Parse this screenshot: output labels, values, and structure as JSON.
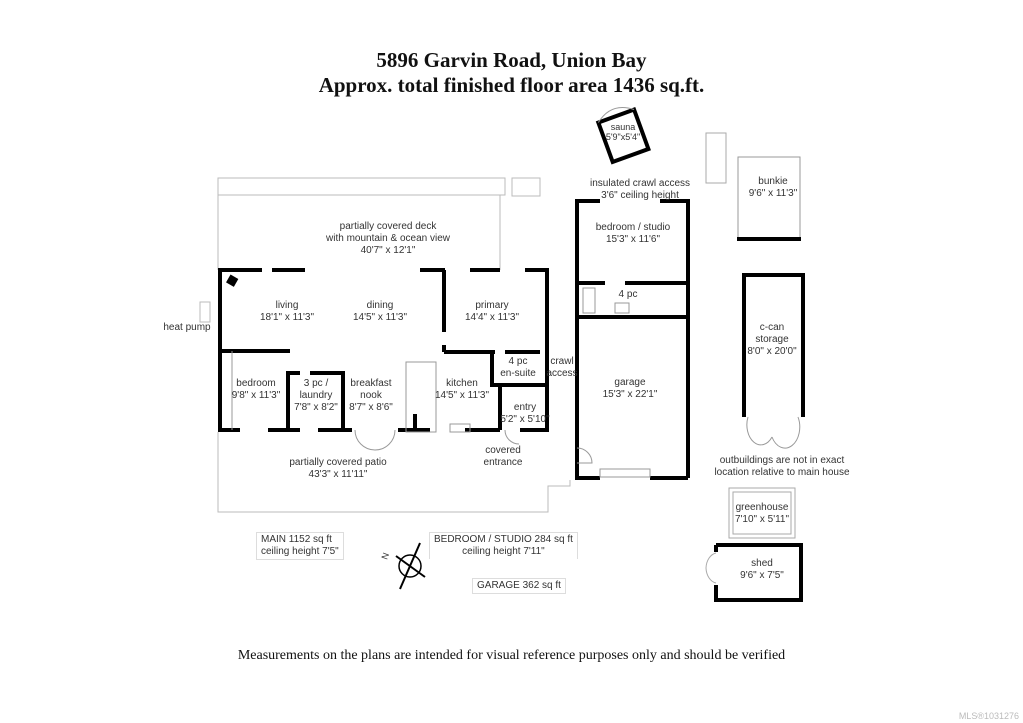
{
  "header": {
    "address": "5896 Garvin Road, Union Bay",
    "area": "Approx. total finished floor area 1436 sq.ft."
  },
  "rooms": {
    "deck": {
      "name": "partially covered deck",
      "name2": "with mountain & ocean view",
      "size": "40'7\" x 12'1\""
    },
    "living": {
      "name": "living",
      "size": "18'1\" x 11'3\""
    },
    "dining": {
      "name": "dining",
      "size": "14'5\" x 11'3\""
    },
    "primary": {
      "name": "primary",
      "size": "14'4\" x 11'3\""
    },
    "bedroom": {
      "name": "bedroom",
      "size": "9'8\" x 11'3\""
    },
    "laundry": {
      "name": "3 pc /",
      "name2": "laundry",
      "size": "7'8\" x 8'2\""
    },
    "nook": {
      "name": "breakfast",
      "name2": "nook",
      "size": "8'7\" x 8'6\""
    },
    "kitchen": {
      "name": "kitchen",
      "size": "14'5\" x 11'3\""
    },
    "ensuite": {
      "name": "4 pc",
      "name2": "en-suite"
    },
    "crawl": {
      "name": "crawl",
      "name2": "access"
    },
    "entry": {
      "name": "entry",
      "size": "5'2\" x 5'10\""
    },
    "covered_entrance": {
      "name": "covered",
      "name2": "entrance"
    },
    "patio": {
      "name": "partially covered patio",
      "size": "43'3\" x 11'11\""
    },
    "heat_pump": "heat pump",
    "insulated_crawl": {
      "name": "insulated crawl access",
      "name2": "3'6\" ceiling height"
    },
    "studio": {
      "name": "bedroom / studio",
      "size": "15'3\" x 11'6\""
    },
    "bath_4pc": {
      "name": "4 pc"
    },
    "garage": {
      "name": "garage",
      "size": "15'3\" x 22'1\""
    },
    "sauna": {
      "name": "sauna",
      "size": "5'9\"x5'4\""
    },
    "bunkie": {
      "name": "bunkie",
      "size": "9'6\" x 11'3\""
    },
    "ccan": {
      "name": "c-can",
      "name2": "storage",
      "size": "8'0\" x 20'0\""
    },
    "greenhouse": {
      "name": "greenhouse",
      "size": "7'10\" x 5'11\""
    },
    "shed": {
      "name": "shed",
      "size": "9'6\" x 7'5\""
    }
  },
  "notes": {
    "outbuildings": "outbuildings are not in exact",
    "outbuildings2": "location relative to main house"
  },
  "summary": {
    "main": "MAIN   1152 sq ft",
    "main_ceiling": "ceiling height 7'5\"",
    "studio": "BEDROOM / STUDIO   284 sq ft",
    "studio_ceiling": "ceiling height 7'11\"",
    "garage": "GARAGE   362 sq ft"
  },
  "compass": {
    "label": "N"
  },
  "footer": "Measurements on the plans are intended for visual reference purposes only and should be verified",
  "watermark": "MLS®1031276"
}
